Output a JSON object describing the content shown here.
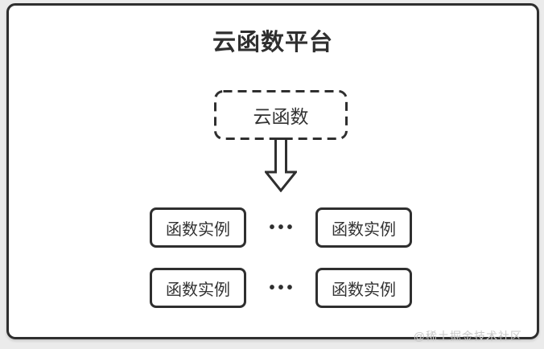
{
  "diagram": {
    "title": "云函数平台",
    "platform_box": {
      "label": "云函数"
    },
    "instance_rows": [
      {
        "left": "函数实例",
        "dots": "•••",
        "right": "函数实例"
      },
      {
        "left": "函数实例",
        "dots": "•••",
        "right": "函数实例"
      }
    ],
    "watermark": "@稀土掘金技术社区",
    "colors": {
      "stroke": "#2f2f2f",
      "page_background": "#ebebeb",
      "canvas_background": "#ffffff",
      "text": "#333333",
      "watermark": "#c9c9c9"
    }
  }
}
